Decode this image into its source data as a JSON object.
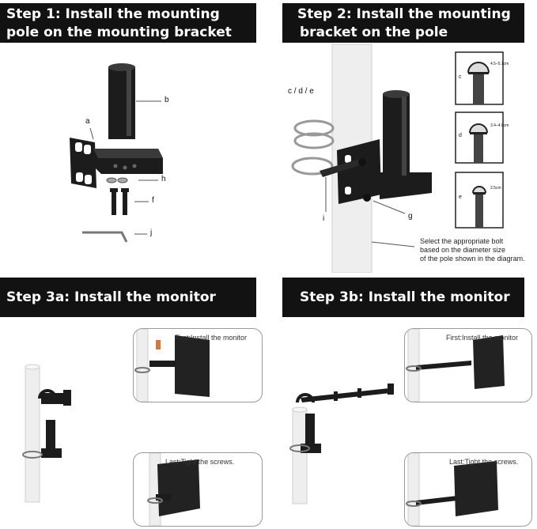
{
  "step1": {
    "title_line1": "Step 1: Install the mounting",
    "title_line2": "pole on the mounting bracket",
    "labels": {
      "a": "a",
      "b": "b",
      "h": "h",
      "f": "f",
      "j": "j"
    }
  },
  "step2": {
    "title_line1": "Step 2: Install the mounting",
    "title_line2": "bracket on the pole",
    "labels": {
      "cde": "c / d / e",
      "i": "i",
      "g": "g",
      "c": "c",
      "d": "d",
      "e": "e"
    },
    "dims": {
      "c": "4.5–5.1cm",
      "d": "3.4–4.0cm",
      "e": "2.5cm"
    },
    "note_line1": "Select the appropriate bolt",
    "note_line2": "based on the diameter size",
    "note_line3": "of the pole shown in the diagram."
  },
  "step3a": {
    "title": "Step 3a: Install the monitor",
    "panel_first": "First:Install the monitor",
    "panel_last": "Last:Tight the screws."
  },
  "step3b": {
    "title": "Step 3b: Install the monitor",
    "panel_first": "First:Install the monitor",
    "panel_last": "Last:Tight the screws."
  },
  "colors": {
    "header_bg": "#121212",
    "header_text": "#ffffff",
    "metal": "#1c1c1c",
    "pole": "#eeeeee",
    "accent": "#d9763a"
  }
}
